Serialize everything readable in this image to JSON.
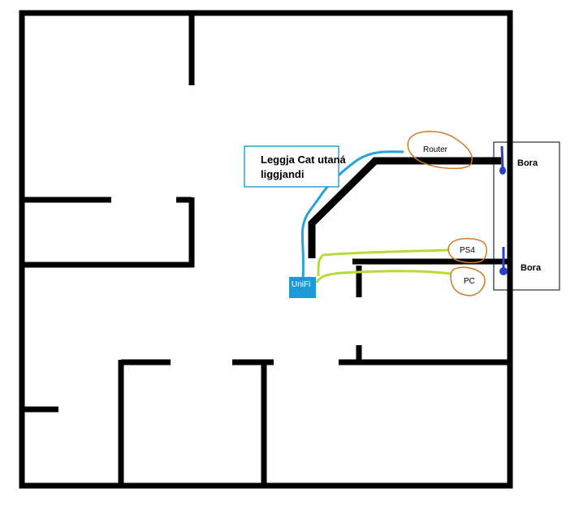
{
  "note": {
    "line1": "Leggja Cat utaná",
    "line2": "liggjandi"
  },
  "labels": {
    "router": "Router",
    "ps4": "PS4",
    "pc": "PC",
    "unifi": "UniFi",
    "bora_top": "Bora",
    "bora_bottom": "Bora"
  },
  "colors": {
    "wall": "#000000",
    "cable_blue": "#2aa3d8",
    "cable_green": "#b5dc3a",
    "device_outline": "#d07a2a",
    "unifi_fill": "#1e9bd7",
    "note_border": "#2aa3d8",
    "bora_marker": "#2b3ec9"
  }
}
